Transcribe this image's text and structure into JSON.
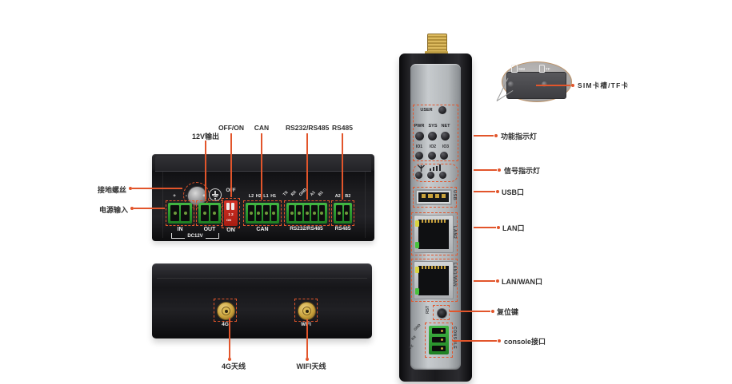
{
  "colors": {
    "accent": "#E2552B",
    "connector_green": "#2D9E31",
    "dip_red": "#C8241D",
    "antenna_gold": "#C9A343",
    "panel_gray": "#B6BABD"
  },
  "back_panel": {
    "callout_ground_screw": "接地螺丝",
    "callout_power_input": "电源输入",
    "callout_12v_output": "12V输出",
    "callout_off_on": "OFF/ON",
    "callout_can": "CAN",
    "callout_rs232_rs485": "RS232/RS485",
    "callout_rs485": "RS485",
    "pins_power_in": "+ -",
    "pins_power_out": "+ -",
    "pins_can": "L2 H2 L1 H1",
    "pins_rs232": [
      "TX",
      "RX",
      "GND",
      "A1",
      "B1"
    ],
    "pins_rs485": "A2 B2",
    "label_in": "IN",
    "label_out": "OUT",
    "label_dc12v": "DC12V",
    "dip_off": "OFF",
    "dip_on": "ON",
    "dip_body_12": "1 2",
    "dip_body_on": "ON",
    "label_can": "CAN",
    "label_rs232_rs485": "RS232/RS485",
    "label_rs485": "RS485"
  },
  "front_panel": {
    "label_4g": "4G",
    "label_wifi": "WIFI",
    "callout_4g_antenna": "4G天线",
    "callout_wifi_antenna": "WIFI天线"
  },
  "side_panel": {
    "led_user": "USER",
    "led_row1": [
      "PWR",
      "SYS",
      "NET"
    ],
    "led_row2": [
      "IO1",
      "IO2",
      "IO3"
    ],
    "label_usb": "USB",
    "label_lan2": "LAN2",
    "label_lan1_wan": "LAN1/WAN",
    "label_rst": "RST",
    "label_console": "CONSOLE",
    "console_pins": [
      "GND",
      "RX",
      "TX"
    ],
    "callout_sim": "SIM卡槽/TF卡",
    "callout_function_leds": "功能指示灯",
    "callout_signal_leds": "信号指示灯",
    "callout_usb": "USB口",
    "callout_lan": "LAN口",
    "callout_lan_wan": "LAN/WAN口",
    "callout_reset": "复位键",
    "callout_console": "console接口"
  },
  "sim_inset": {
    "label_sim": "SIM",
    "label_tf": "TF"
  }
}
